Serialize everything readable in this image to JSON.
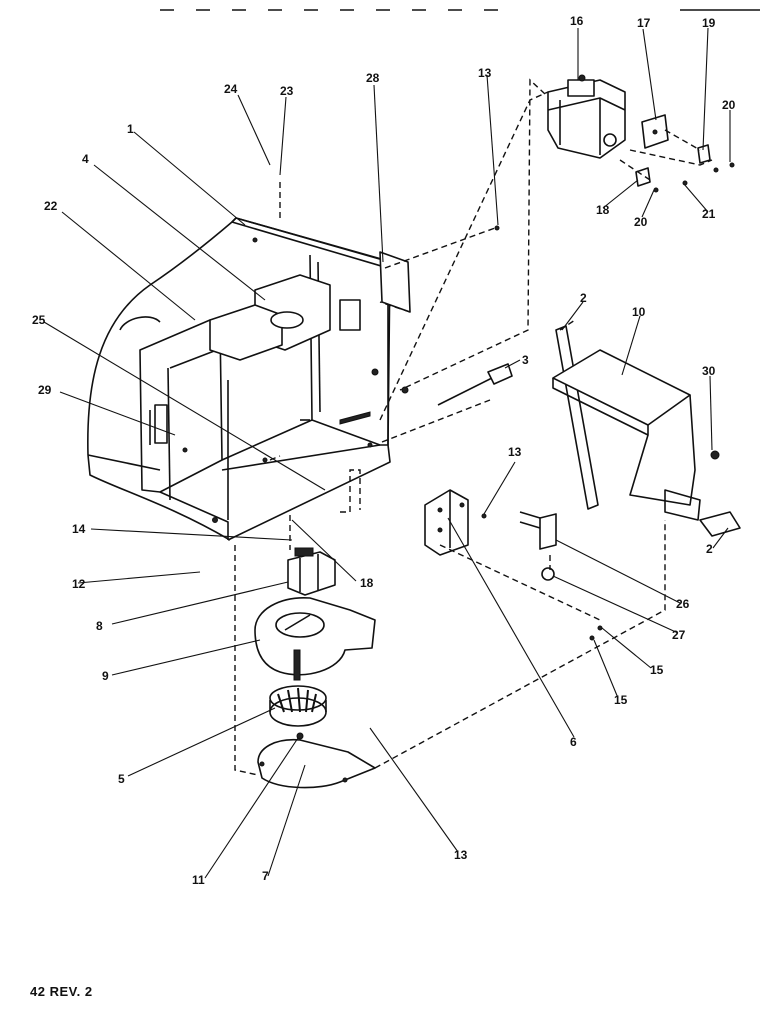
{
  "footer": {
    "page_ref": "42  REV. 2"
  },
  "callouts": {
    "c1": "1",
    "c2a": "2",
    "c2b": "2",
    "c3": "3",
    "c4": "4",
    "c5": "5",
    "c6": "6",
    "c7": "7",
    "c8": "8",
    "c9": "9",
    "c10": "10",
    "c11": "11",
    "c12": "12",
    "c13a": "13",
    "c13b": "13",
    "c13c": "13",
    "c14": "14",
    "c15a": "15",
    "c15b": "15",
    "c16": "16",
    "c17": "17",
    "c18a": "18",
    "c18b": "18",
    "c19": "19",
    "c20a": "20",
    "c20b": "20",
    "c21": "21",
    "c22": "22",
    "c23": "23",
    "c24": "24",
    "c25": "25",
    "c26": "26",
    "c27": "27",
    "c28": "28",
    "c29": "29",
    "c30": "30"
  }
}
